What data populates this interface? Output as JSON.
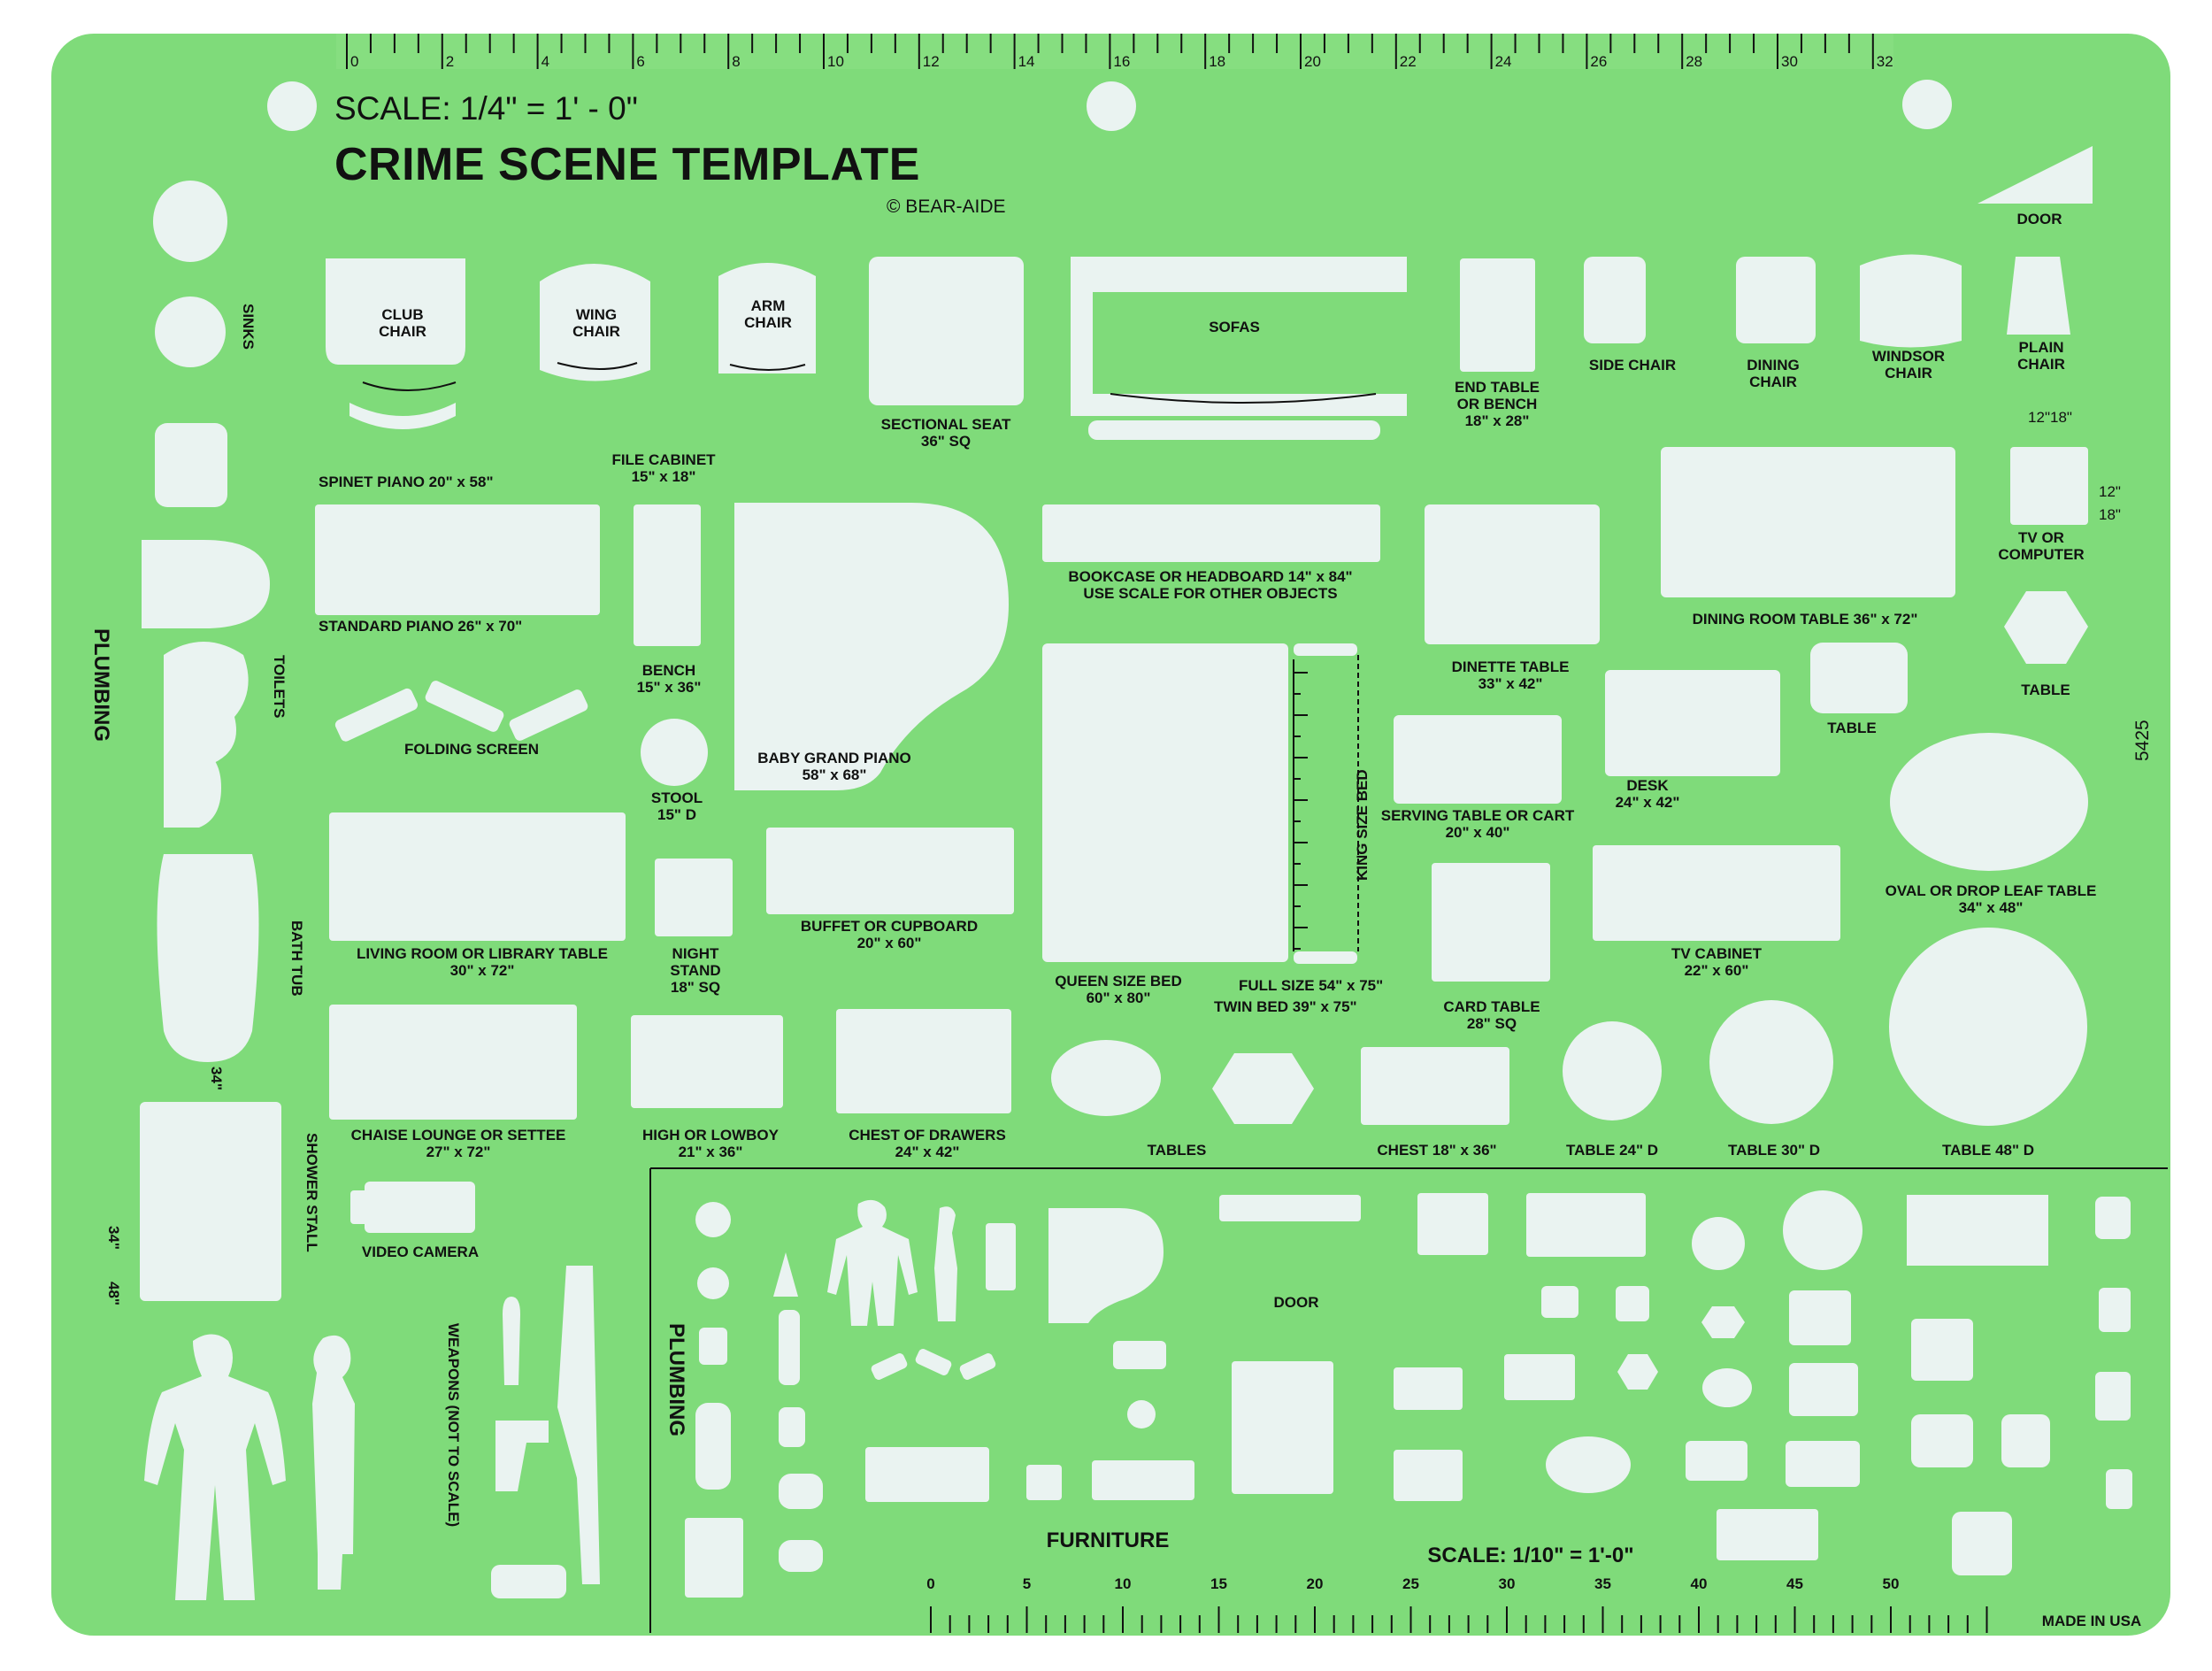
{
  "header": {
    "scale": "SCALE: 1/4\" = 1' - 0\"",
    "title": "CRIME SCENE TEMPLATE",
    "copyright": "© BEAR-AIDE",
    "model_number": "5425"
  },
  "top_ruler": {
    "ticks": [
      "0",
      "2",
      "4",
      "6",
      "8",
      "10",
      "12",
      "14",
      "16",
      "18",
      "20",
      "22",
      "24",
      "26",
      "28",
      "30",
      "32"
    ]
  },
  "bottom_ruler": {
    "ticks": [
      "0",
      "5",
      "10",
      "15",
      "20",
      "25",
      "30",
      "35",
      "40",
      "45",
      "50"
    ]
  },
  "side_labels": {
    "sinks": "SINKS",
    "toilets": "TOILETS",
    "plumbing": "PLUMBING",
    "bath_tub": "BATH TUB",
    "shower_stall": "SHOWER STALL",
    "weapons": "WEAPONS (NOT TO SCALE)",
    "king_bed": "KING SIZE BED",
    "plumbing_inset": "PLUMBING"
  },
  "labels": {
    "club_chair": "CLUB\nCHAIR",
    "wing_chair": "WING\nCHAIR",
    "arm_chair": "ARM\nCHAIR",
    "sectional": "SECTIONAL SEAT\n36\" SQ",
    "sofas": "SOFAS",
    "end_table": "END TABLE\nOR BENCH\n18\" x 28\"",
    "side_chair": "SIDE CHAIR",
    "dining_chair": "DINING\nCHAIR",
    "windsor_chair": "WINDSOR\nCHAIR",
    "plain_chair": "PLAIN\nCHAIR",
    "door": "DOOR",
    "spinet_piano": "SPINET PIANO 20\" x 58\"",
    "file_cabinet": "FILE CABINET\n15\" x 18\"",
    "standard_piano": "STANDARD PIANO 26\" x 70\"",
    "bench": "BENCH\n15\" x 36\"",
    "folding_screen": "FOLDING SCREEN",
    "stool": "STOOL\n15\" D",
    "baby_grand": "BABY GRAND PIANO\n58\" x 68\"",
    "bookcase": "BOOKCASE OR HEADBOARD 14\" x 84\"\nUSE SCALE FOR OTHER OBJECTS",
    "dinette": "DINETTE TABLE\n33\" x 42\"",
    "dining_room_table": "DINING ROOM TABLE 36\" x 72\"",
    "tv_computer": "TV OR\nCOMPUTER",
    "table_hex": "TABLE",
    "table_small": "TABLE",
    "desk": "DESK\n24\" x 42\"",
    "serving_table": "SERVING TABLE OR CART\n20\" x 40\"",
    "living_room_table": "LIVING ROOM OR LIBRARY TABLE\n30\" x 72\"",
    "night_stand": "NIGHT\nSTAND\n18\" SQ",
    "buffet": "BUFFET OR CUPBOARD\n20\" x 60\"",
    "queen_bed": "QUEEN SIZE BED\n60\" x 80\"",
    "full_size": "FULL SIZE 54\" x 75\"",
    "twin_bed": "TWIN BED 39\" x 75\"",
    "card_table": "CARD TABLE\n28\" SQ",
    "tv_cabinet": "TV CABINET\n22\" x 60\"",
    "oval_table": "OVAL OR DROP LEAF TABLE\n34\" x 48\"",
    "chaise": "CHAISE LOUNGE OR SETTEE\n27\" x 72\"",
    "highboy": "HIGH OR LOWBOY\n21\" x 36\"",
    "chest_drawers": "CHEST OF DRAWERS\n24\" x 42\"",
    "tables": "TABLES",
    "chest": "CHEST 18\" x 36\"",
    "table_24": "TABLE 24\" D",
    "table_30": "TABLE 30\" D",
    "table_48": "TABLE 48\" D",
    "video_camera": "VIDEO CAMERA",
    "inset_door": "DOOR",
    "furniture": "FURNITURE",
    "inset_scale": "SCALE: 1/10\" = 1'-0\"",
    "made_in": "MADE IN USA",
    "dim_34": "34\"",
    "dim_34b": "34\"",
    "dim_48": "48\"",
    "dim_12": "12\"",
    "dim_18": "18\"",
    "dim_12_18": "12\"18\""
  },
  "colors": {
    "template_green": "#7fdb7a",
    "cutout": "#eaf3f1",
    "ink": "#111111"
  }
}
